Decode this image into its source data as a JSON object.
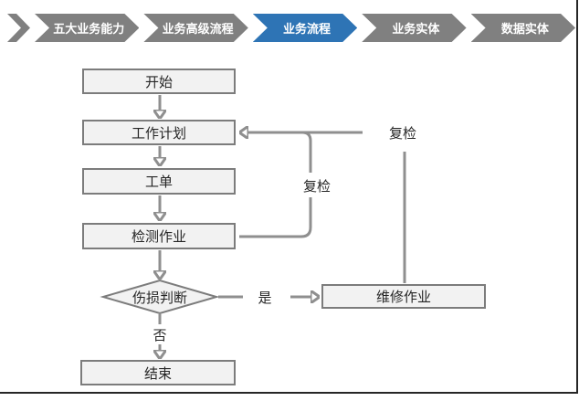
{
  "nav": {
    "steps": [
      {
        "label": "五大业务能力",
        "active": false
      },
      {
        "label": "业务高级流程",
        "active": false
      },
      {
        "label": "业务流程",
        "active": true
      },
      {
        "label": "业务实体",
        "active": false
      },
      {
        "label": "数据实体",
        "active": false
      }
    ]
  },
  "flowchart": {
    "nodes": [
      {
        "id": "start",
        "label": "开始",
        "type": "process"
      },
      {
        "id": "work-plan",
        "label": "工作计划",
        "type": "process"
      },
      {
        "id": "work-order",
        "label": "工单",
        "type": "process"
      },
      {
        "id": "inspection",
        "label": "检测作业",
        "type": "process"
      },
      {
        "id": "damage-decision",
        "label": "伤损判断",
        "type": "decision"
      },
      {
        "id": "end",
        "label": "结束",
        "type": "process"
      },
      {
        "id": "repair",
        "label": "维修作业",
        "type": "process"
      }
    ],
    "edge_labels": {
      "yes": "是",
      "no": "否",
      "recheck_inner": "复检",
      "recheck_outer": "复检"
    }
  },
  "colors": {
    "active_step_blue": "#2E74B5",
    "step_gray": "#808080",
    "node_fill": "#F2F2F2",
    "node_border": "#7C7C7C",
    "connector_gray": "#8F8F8F",
    "frame_dark": "#262626"
  }
}
